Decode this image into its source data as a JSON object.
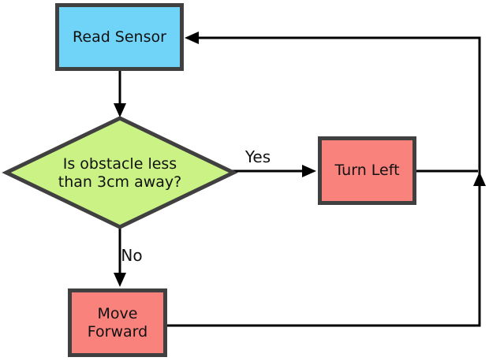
{
  "diagram": {
    "colors": {
      "background": "#ffffff",
      "line": "#000000",
      "node_border": "#404040",
      "text": "#111111",
      "read_sensor_fill": "#70d4f8",
      "decision_fill": "#cbf285",
      "action_fill": "#f9837c"
    },
    "nodes": {
      "read_sensor": {
        "label": "Read Sensor"
      },
      "decision": {
        "label": "Is obstacle less than 3cm away?",
        "lines": [
          "Is obstacle less",
          "than 3cm away?"
        ]
      },
      "turn_left": {
        "label": "Turn Left"
      },
      "move_forward": {
        "label": "Move Forward",
        "lines": [
          "Move",
          "Forward"
        ]
      }
    },
    "edge_labels": {
      "yes": "Yes",
      "no": "No"
    }
  }
}
